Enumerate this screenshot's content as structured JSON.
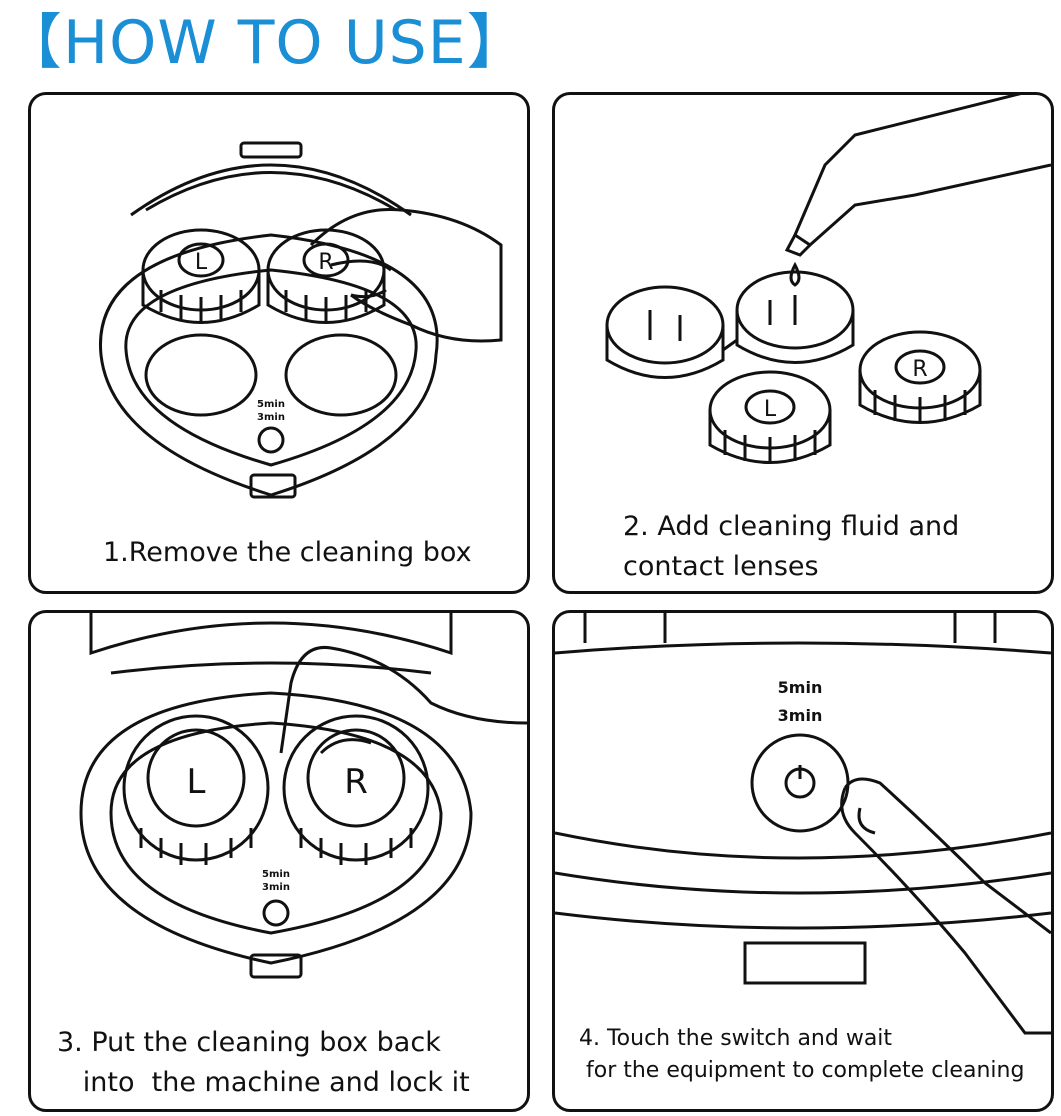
{
  "header": {
    "title": "【HOW TO USE】"
  },
  "steps": [
    {
      "line1": "1.Remove the cleaning box",
      "line2": ""
    },
    {
      "line1": "2. Add cleaning fluid and",
      "line2": "contact lenses"
    },
    {
      "line1": "3. Put the cleaning box back",
      "line2": "   into  the machine and lock it"
    },
    {
      "line1": "4. Touch the switch and wait",
      "line2": " for the equipment to complete cleaning"
    }
  ],
  "lens_labels": {
    "left": "L",
    "right": "R"
  },
  "device_labels": {
    "timer_a": "5min",
    "timer_b": "3min"
  }
}
